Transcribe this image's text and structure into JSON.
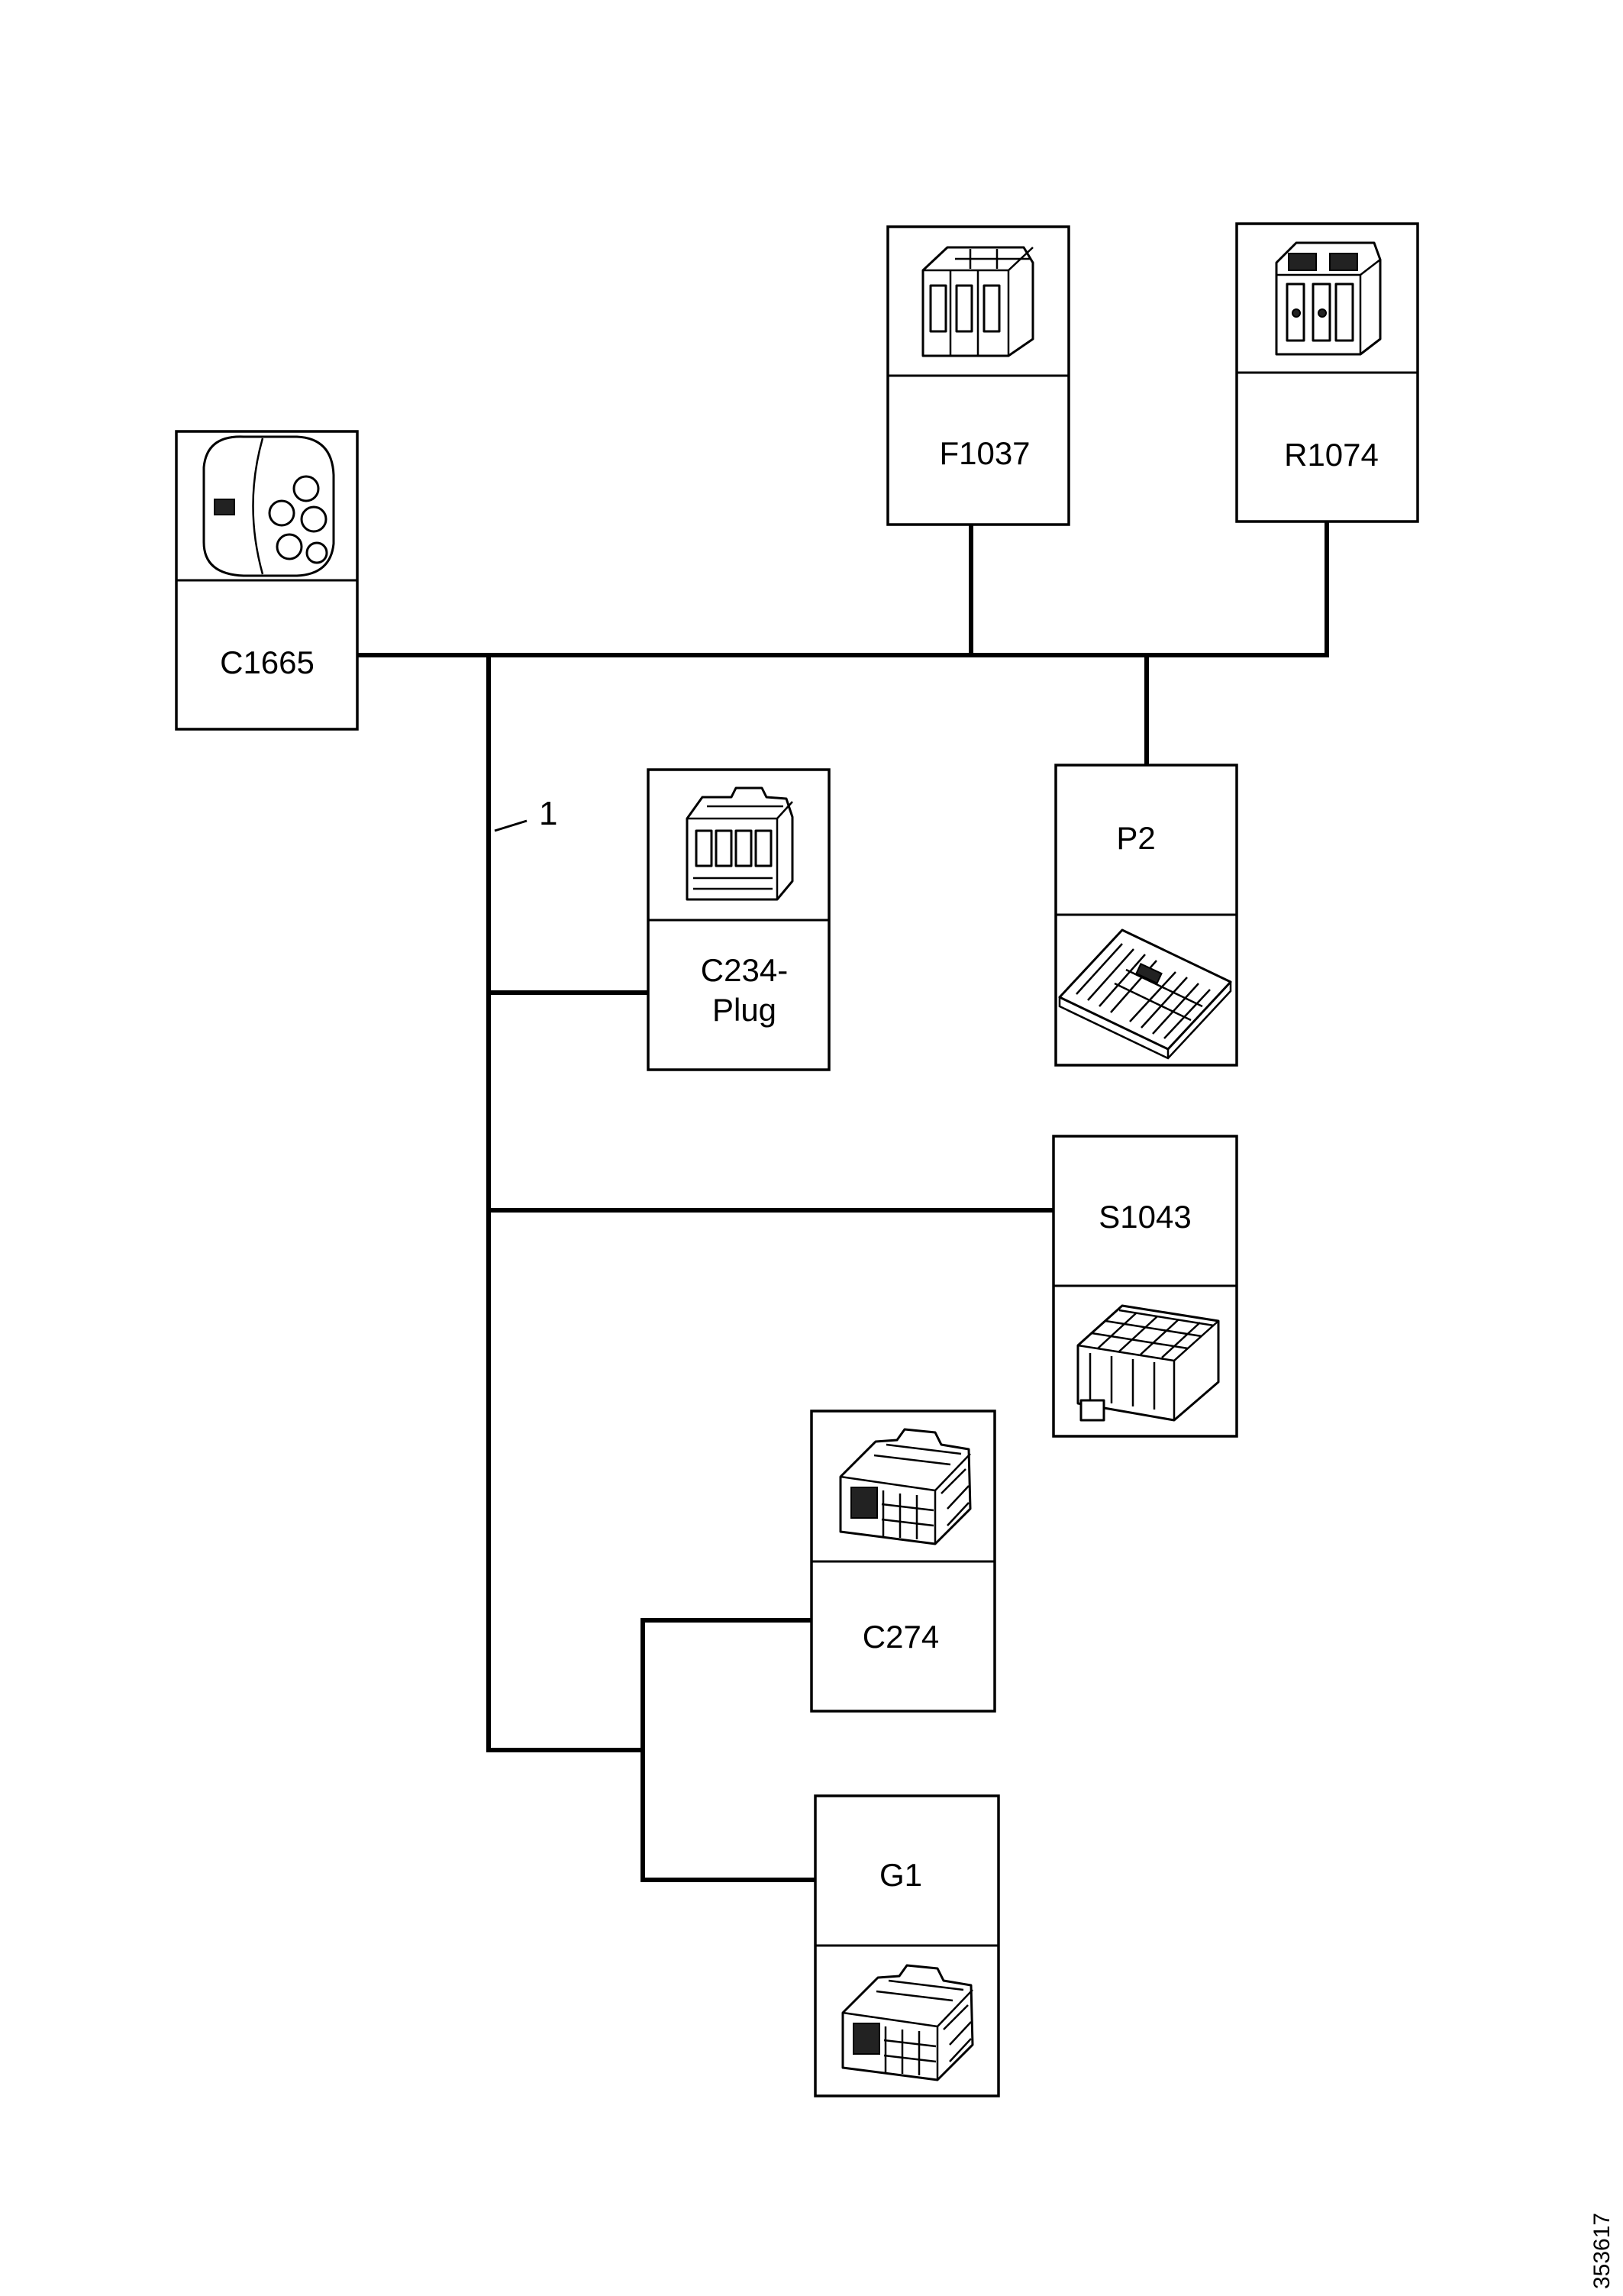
{
  "connectors": {
    "c1665": {
      "label": "C1665",
      "icon": "round-connector-icon"
    },
    "f1037": {
      "label": "F1037",
      "icon": "fuse-block-connector-icon"
    },
    "r1074": {
      "label": "R1074",
      "icon": "relay-connector-icon"
    },
    "p2": {
      "label": "P2",
      "icon": "circuit-board-icon"
    },
    "c234": {
      "label_line1": "C234-",
      "label_line2": "Plug",
      "icon": "plug-connector-icon"
    },
    "s1043": {
      "label": "S1043",
      "icon": "multi-pin-connector-icon"
    },
    "c274": {
      "label": "C274",
      "icon": "multi-pin-connector-icon"
    },
    "g1": {
      "label": "G1",
      "icon": "multi-pin-connector-icon"
    }
  },
  "callout": {
    "wire_number": "1"
  },
  "document_id": "353617"
}
